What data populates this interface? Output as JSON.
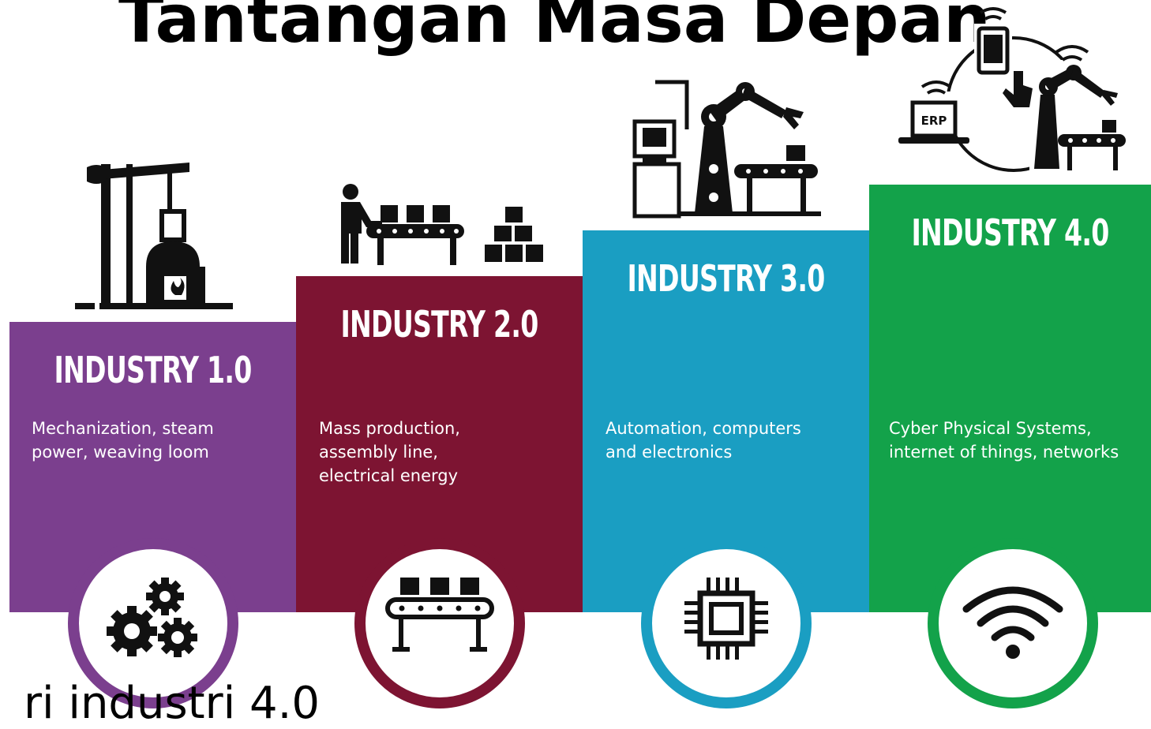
{
  "slide": {
    "title": "Tantangan Masa Depan",
    "caption": "ri industri 4.0"
  },
  "industries": [
    {
      "title": "INDUSTRY 1.0",
      "description": "Mechanization, steam\npower, weaving loom",
      "color": "#7b3f8e",
      "icon": "gears-icon"
    },
    {
      "title": "INDUSTRY 2.0",
      "description": "Mass production,\nassembly line,\nelectrical energy",
      "color": "#7d1432",
      "icon": "conveyor-icon"
    },
    {
      "title": "INDUSTRY 3.0",
      "description": "Automation, computers\nand electronics",
      "color": "#1a9ec2",
      "icon": "chip-icon"
    },
    {
      "title": "INDUSTRY 4.0",
      "description": "Cyber Physical Systems,\ninternet of things, networks",
      "color": "#13a24a",
      "icon": "wifi-icon"
    }
  ],
  "illustrations": {
    "erp_label": "ERP"
  }
}
